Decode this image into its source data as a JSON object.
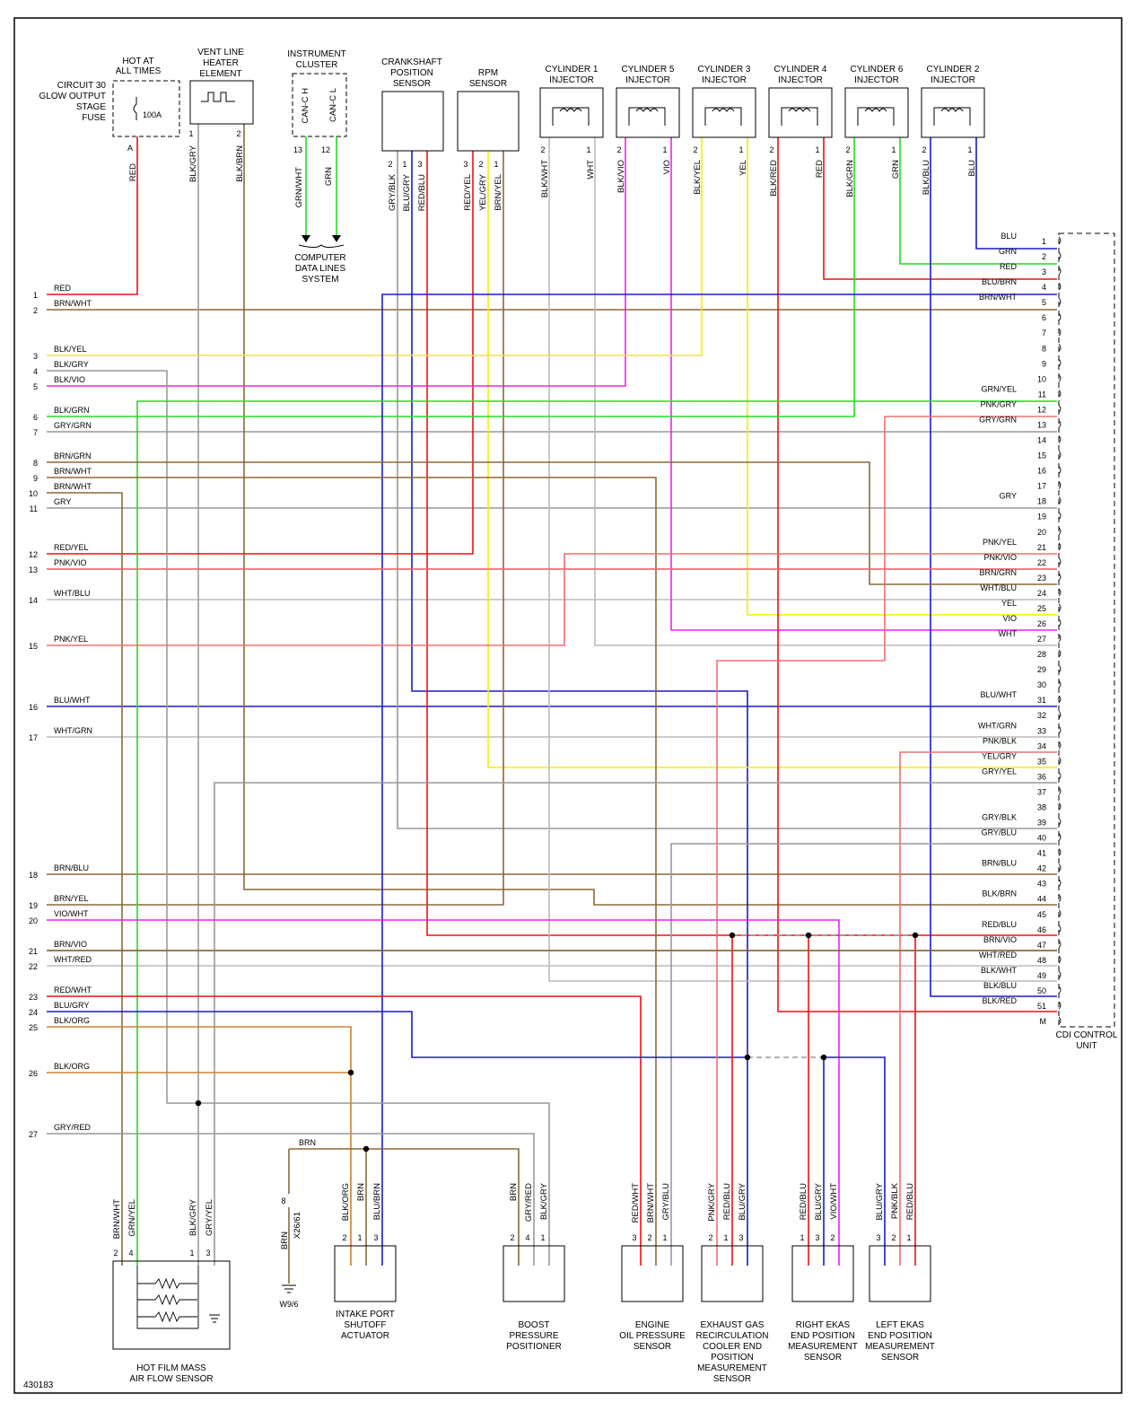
{
  "diagram_id": "430183",
  "colors": {
    "RED": "#ee1111",
    "GRN": "#22dd22",
    "BLU": "#1a1acc",
    "YEL": "#f0f000",
    "VIO": "#ee22ee",
    "WHT": "#bbbbbb",
    "BLK": "#333333",
    "BRN": "#8a6a3a",
    "GRY": "#999999",
    "PNK": "#f07070",
    "ORG": "#d08030"
  },
  "components": {
    "fuse": {
      "lines": [
        "CIRCUIT 30",
        "GLOW OUTPUT",
        "STAGE",
        "FUSE"
      ],
      "hot": [
        "HOT AT",
        "ALL TIMES"
      ],
      "rating": "100A",
      "pin": "A",
      "wire": "RED"
    },
    "heater": {
      "lines": [
        "VENT LINE",
        "HEATER",
        "ELEMENT"
      ],
      "pins": [
        "1",
        "2"
      ],
      "wires": [
        "BLK/GRY",
        "BLK/BRN"
      ]
    },
    "cluster": {
      "lines": [
        "INSTRUMENT",
        "CLUSTER"
      ],
      "pins": [
        "13",
        "12"
      ],
      "labels": [
        "CAN-C H",
        "CAN-C L"
      ],
      "wires": [
        "GRN/WHT",
        "GRN"
      ],
      "dest": [
        "COMPUTER",
        "DATA LINES",
        "SYSTEM"
      ]
    },
    "crank": {
      "lines": [
        "CRANKSHAFT",
        "POSITION",
        "SENSOR"
      ],
      "pins": [
        "2",
        "1",
        "3"
      ],
      "wires": [
        "GRY/BLK",
        "BLU/GRY",
        "RED/BLU"
      ]
    },
    "rpm": {
      "lines": [
        "RPM",
        "SENSOR"
      ],
      "pins": [
        "3",
        "2",
        "1"
      ],
      "wires": [
        "RED/YEL",
        "YEL/GRY",
        "BRN/YEL"
      ]
    },
    "injectors": [
      {
        "lines": [
          "CYLINDER 1",
          "INJECTOR"
        ],
        "pins": [
          "2",
          "1"
        ],
        "wires": [
          "BLK/WHT",
          "WHT"
        ]
      },
      {
        "lines": [
          "CYLINDER 5",
          "INJECTOR"
        ],
        "pins": [
          "2",
          "1"
        ],
        "wires": [
          "BLK/VIO",
          "VIO"
        ]
      },
      {
        "lines": [
          "CYLINDER 3",
          "INJECTOR"
        ],
        "pins": [
          "2",
          "1"
        ],
        "wires": [
          "BLK/YEL",
          "YEL"
        ]
      },
      {
        "lines": [
          "CYLINDER 4",
          "INJECTOR"
        ],
        "pins": [
          "2",
          "1"
        ],
        "wires": [
          "BLK/RED",
          "RED"
        ]
      },
      {
        "lines": [
          "CYLINDER 6",
          "INJECTOR"
        ],
        "pins": [
          "2",
          "1"
        ],
        "wires": [
          "BLK/GRN",
          "GRN"
        ]
      },
      {
        "lines": [
          "CYLINDER 2",
          "INJECTOR"
        ],
        "pins": [
          "2",
          "1"
        ],
        "wires": [
          "BLK/BLU",
          "BLU"
        ]
      }
    ],
    "cdi": {
      "lines": [
        "CDI CONTROL",
        "UNIT"
      ]
    },
    "maf": {
      "lines": [
        "HOT FILM MASS",
        "AIR FLOW SENSOR"
      ],
      "pins": [
        "2",
        "4",
        "1",
        "3"
      ],
      "wires": [
        "BRN/WHT",
        "GRN/YEL",
        "BLK/GRY",
        "GRY/YEL"
      ]
    },
    "ground": {
      "connector": "X26/61",
      "pin": "8",
      "wire": "BRN",
      "point": "W9/6",
      "splice_wire": "BRN"
    },
    "intake": {
      "lines": [
        "INTAKE PORT",
        "SHUTOFF",
        "ACTUATOR"
      ],
      "pins": [
        "2",
        "1",
        "3"
      ],
      "wires": [
        "BLK/ORG",
        "BRN",
        "BLU/BRN"
      ]
    },
    "boost": {
      "lines": [
        "BOOST",
        "PRESSURE",
        "POSITIONER"
      ],
      "pins": [
        "2",
        "4",
        "1"
      ],
      "wires": [
        "BRN",
        "GRY/RED",
        "BLK/GRY"
      ]
    },
    "oil": {
      "lines": [
        "ENGINE",
        "OIL PRESSURE",
        "SENSOR"
      ],
      "pins": [
        "3",
        "2",
        "1"
      ],
      "wires": [
        "RED/WHT",
        "BRN/WHT",
        "GRY/BLU"
      ]
    },
    "egr": {
      "lines": [
        "EXHAUST GAS",
        "RECIRCULATION",
        "COOLER END",
        "POSITION",
        "MEASUREMENT",
        "SENSOR"
      ],
      "pins": [
        "2",
        "1",
        "3"
      ],
      "wires": [
        "PNK/GRY",
        "RED/BLU",
        "BLU/GRY"
      ]
    },
    "right": {
      "lines": [
        "RIGHT EKAS",
        "END POSITION",
        "MEASUREMENT",
        "SENSOR"
      ],
      "pins": [
        "1",
        "3",
        "2"
      ],
      "wires": [
        "RED/BLU",
        "BLU/GRY",
        "VIO/WHT"
      ]
    },
    "left": {
      "lines": [
        "LEFT EKAS",
        "END POSITION",
        "MEASUREMENT",
        "SENSOR"
      ],
      "pins": [
        "3",
        "2",
        "1"
      ],
      "wires": [
        "BLU/GRY",
        "PNK/BLK",
        "RED/BLU"
      ]
    }
  },
  "left_pins": [
    {
      "n": "1",
      "w": "RED"
    },
    {
      "n": "2",
      "w": "BRN/WHT"
    },
    {
      "n": "3",
      "w": "BLK/YEL"
    },
    {
      "n": "4",
      "w": "BLK/GRY"
    },
    {
      "n": "5",
      "w": "BLK/VIO"
    },
    {
      "n": "6",
      "w": "BLK/GRN"
    },
    {
      "n": "7",
      "w": "GRY/GRN"
    },
    {
      "n": "8",
      "w": "BRN/GRN"
    },
    {
      "n": "9",
      "w": "BRN/WHT"
    },
    {
      "n": "10",
      "w": "BRN/WHT"
    },
    {
      "n": "11",
      "w": "GRY"
    },
    {
      "n": "12",
      "w": "RED/YEL"
    },
    {
      "n": "13",
      "w": "PNK/VIO"
    },
    {
      "n": "14",
      "w": "WHT/BLU"
    },
    {
      "n": "15",
      "w": "PNK/YEL"
    },
    {
      "n": "16",
      "w": "BLU/WHT"
    },
    {
      "n": "17",
      "w": "WHT/GRN"
    },
    {
      "n": "18",
      "w": "BRN/BLU"
    },
    {
      "n": "19",
      "w": "BRN/YEL"
    },
    {
      "n": "20",
      "w": "VIO/WHT"
    },
    {
      "n": "21",
      "w": "BRN/VIO"
    },
    {
      "n": "22",
      "w": "WHT/RED"
    },
    {
      "n": "23",
      "w": "RED/WHT"
    },
    {
      "n": "24",
      "w": "BLU/GRY"
    },
    {
      "n": "25",
      "w": "BLK/ORG"
    },
    {
      "n": "26",
      "w": "BLK/ORG"
    },
    {
      "n": "27",
      "w": "GRY/RED"
    }
  ],
  "right_pins": [
    {
      "n": "1",
      "w": "BLU"
    },
    {
      "n": "2",
      "w": "GRN"
    },
    {
      "n": "3",
      "w": "RED"
    },
    {
      "n": "4",
      "w": "BLU/BRN"
    },
    {
      "n": "5",
      "w": "BRN/WHT"
    },
    {
      "n": "6",
      "w": ""
    },
    {
      "n": "7",
      "w": ""
    },
    {
      "n": "8",
      "w": ""
    },
    {
      "n": "9",
      "w": ""
    },
    {
      "n": "10",
      "w": ""
    },
    {
      "n": "11",
      "w": "GRN/YEL"
    },
    {
      "n": "12",
      "w": "PNK/GRY"
    },
    {
      "n": "13",
      "w": "GRY/GRN"
    },
    {
      "n": "14",
      "w": ""
    },
    {
      "n": "15",
      "w": ""
    },
    {
      "n": "16",
      "w": ""
    },
    {
      "n": "17",
      "w": ""
    },
    {
      "n": "18",
      "w": "GRY"
    },
    {
      "n": "19",
      "w": ""
    },
    {
      "n": "20",
      "w": ""
    },
    {
      "n": "21",
      "w": "PNK/YEL"
    },
    {
      "n": "22",
      "w": "PNK/VIO"
    },
    {
      "n": "23",
      "w": "BRN/GRN"
    },
    {
      "n": "24",
      "w": "WHT/BLU"
    },
    {
      "n": "25",
      "w": "YEL"
    },
    {
      "n": "26",
      "w": "VIO"
    },
    {
      "n": "27",
      "w": "WHT"
    },
    {
      "n": "28",
      "w": ""
    },
    {
      "n": "29",
      "w": ""
    },
    {
      "n": "30",
      "w": ""
    },
    {
      "n": "31",
      "w": "BLU/WHT"
    },
    {
      "n": "32",
      "w": ""
    },
    {
      "n": "33",
      "w": "WHT/GRN"
    },
    {
      "n": "34",
      "w": "PNK/BLK"
    },
    {
      "n": "35",
      "w": "YEL/GRY"
    },
    {
      "n": "36",
      "w": "GRY/YEL"
    },
    {
      "n": "37",
      "w": ""
    },
    {
      "n": "38",
      "w": ""
    },
    {
      "n": "39",
      "w": "GRY/BLK"
    },
    {
      "n": "40",
      "w": "GRY/BLU"
    },
    {
      "n": "41",
      "w": ""
    },
    {
      "n": "42",
      "w": "BRN/BLU"
    },
    {
      "n": "43",
      "w": ""
    },
    {
      "n": "44",
      "w": "BLK/BRN"
    },
    {
      "n": "45",
      "w": ""
    },
    {
      "n": "46",
      "w": "RED/BLU"
    },
    {
      "n": "47",
      "w": "BRN/VIO"
    },
    {
      "n": "48",
      "w": "WHT/RED"
    },
    {
      "n": "49",
      "w": "BLK/WHT"
    },
    {
      "n": "50",
      "w": "BLK/BLU"
    },
    {
      "n": "51",
      "w": "BLK/RED"
    },
    {
      "n": "M",
      "w": ""
    }
  ]
}
